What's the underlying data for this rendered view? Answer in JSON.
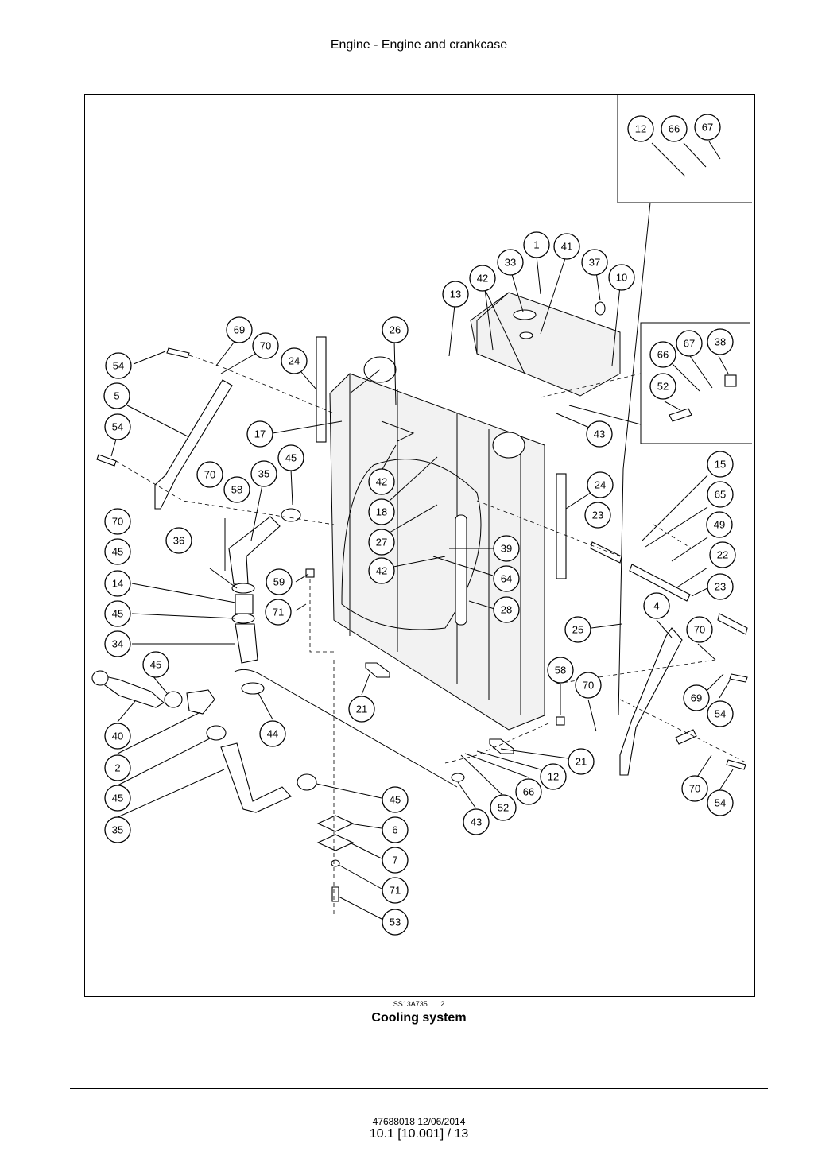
{
  "header": {
    "title": "Engine - Engine and crankcase"
  },
  "figure": {
    "id": "SS13A735",
    "number": "2",
    "caption": "Cooling system",
    "callouts": [
      {
        "label": "12"
      },
      {
        "label": "66"
      },
      {
        "label": "67"
      },
      {
        "label": "1"
      },
      {
        "label": "41"
      },
      {
        "label": "33"
      },
      {
        "label": "37"
      },
      {
        "label": "42"
      },
      {
        "label": "10"
      },
      {
        "label": "13"
      },
      {
        "label": "69"
      },
      {
        "label": "26"
      },
      {
        "label": "70"
      },
      {
        "label": "54"
      },
      {
        "label": "24"
      },
      {
        "label": "5"
      },
      {
        "label": "67"
      },
      {
        "label": "38"
      },
      {
        "label": "66"
      },
      {
        "label": "52"
      },
      {
        "label": "43"
      },
      {
        "label": "54"
      },
      {
        "label": "17"
      },
      {
        "label": "45"
      },
      {
        "label": "70"
      },
      {
        "label": "35"
      },
      {
        "label": "58"
      },
      {
        "label": "42"
      },
      {
        "label": "18"
      },
      {
        "label": "15"
      },
      {
        "label": "24"
      },
      {
        "label": "65"
      },
      {
        "label": "23"
      },
      {
        "label": "70"
      },
      {
        "label": "36"
      },
      {
        "label": "27"
      },
      {
        "label": "39"
      },
      {
        "label": "49"
      },
      {
        "label": "45"
      },
      {
        "label": "59"
      },
      {
        "label": "42"
      },
      {
        "label": "64"
      },
      {
        "label": "22"
      },
      {
        "label": "14"
      },
      {
        "label": "23"
      },
      {
        "label": "71"
      },
      {
        "label": "28"
      },
      {
        "label": "4"
      },
      {
        "label": "45"
      },
      {
        "label": "70"
      },
      {
        "label": "25"
      },
      {
        "label": "34"
      },
      {
        "label": "45"
      },
      {
        "label": "58"
      },
      {
        "label": "70"
      },
      {
        "label": "69"
      },
      {
        "label": "54"
      },
      {
        "label": "21"
      },
      {
        "label": "40"
      },
      {
        "label": "44"
      },
      {
        "label": "21"
      },
      {
        "label": "2"
      },
      {
        "label": "12"
      },
      {
        "label": "66"
      },
      {
        "label": "70"
      },
      {
        "label": "45"
      },
      {
        "label": "45"
      },
      {
        "label": "54"
      },
      {
        "label": "52"
      },
      {
        "label": "35"
      },
      {
        "label": "43"
      },
      {
        "label": "6"
      },
      {
        "label": "7"
      },
      {
        "label": "71"
      },
      {
        "label": "53"
      }
    ]
  },
  "footer": {
    "doc_ref": "47688018 12/06/2014",
    "page": "10.1 [10.001] / 13"
  }
}
